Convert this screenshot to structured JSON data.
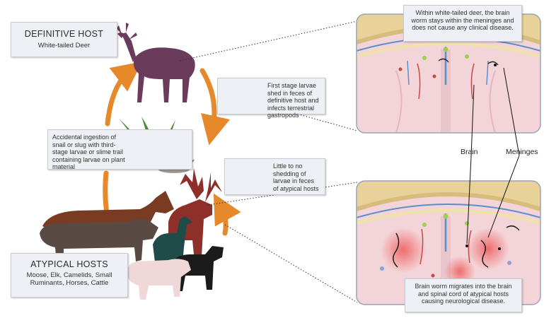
{
  "definitive_host": {
    "title": "DEFINITIVE HOST",
    "subtitle": "White-tailed Deer"
  },
  "atypical_hosts": {
    "title": "ATYPICAL HOSTS",
    "subtitle": "Moose, Elk, Camelids, Small Ruminants, Horses, Cattle"
  },
  "first_stage_larvae": {
    "text": "First stage larvae shed in feces of definitive host and infects terrestrial gastropods"
  },
  "accidental_ingestion": {
    "text": "Accidental ingestion of snail or slug with third-stage larvae or slime trail containing larvae on plant material"
  },
  "little_shedding": {
    "text": "Little to no shedding of larvae in feces of atypical hosts"
  },
  "deer_brain_note": {
    "text": "Within white-tailed deer, the brain worm stays within the meninges and does not cause any clinical disease."
  },
  "atypical_brain_note": {
    "text": "Brain worm migrates into the brain and spinal cord of atypical hosts causing neurological disease."
  },
  "labels": {
    "brain": "Brain",
    "meninges": "Meninges"
  },
  "colors": {
    "arrow": "#e5892a",
    "deer": "#6b3b5c",
    "elk": "#8e2f2a",
    "horse": "#7a3b23",
    "cattle": "#5a4a44",
    "camelid": "#1f4c49",
    "sheep": "#f0d8d8",
    "goat": "#1b1b1b",
    "grass": "#4f8a3c",
    "feces": "#8a7069",
    "skull": "#e9d29a",
    "brain_tissue": "#f3d4d8",
    "inflammation": "#ee4a4a",
    "vessel_blue": "#5a90c8",
    "vessel_red": "#c84848"
  }
}
